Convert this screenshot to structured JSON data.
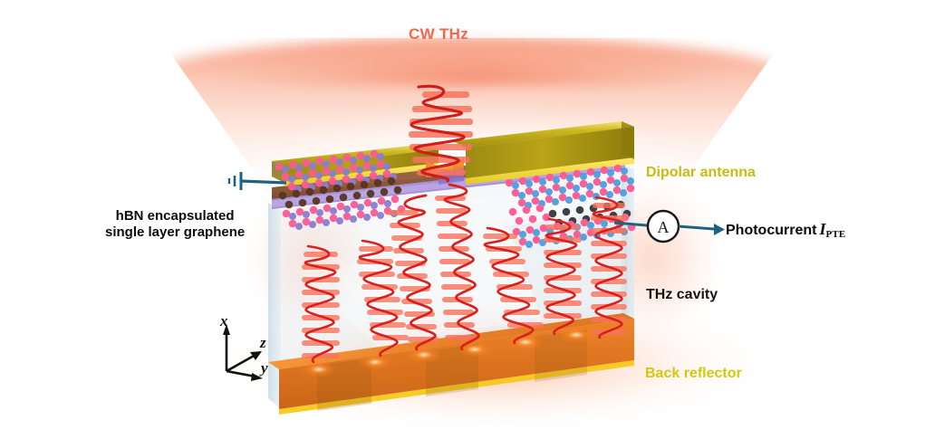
{
  "figure": {
    "title": "Terahertz cavity-enhanced graphene photothermoelectric detector schematic",
    "type": "3D device schematic"
  },
  "labels": {
    "source": "CW THz",
    "antenna": "Dipolar antenna",
    "back_reflector": "Back reflector",
    "cavity": "THz cavity",
    "graphene_line1": "hBN encapsulated",
    "graphene_line2": "single layer graphene",
    "photocurrent_text": "Photocurrent",
    "photocurrent_symbol": "I",
    "photocurrent_subscript": "PTE",
    "ammeter": "A"
  },
  "axes": {
    "x": "x",
    "y": "y",
    "z": "z"
  },
  "colors": {
    "cw_thz_label": "#f4654a",
    "antenna_label": "#c9bb10",
    "back_reflector_label": "#d4c712",
    "cavity_label": "#141414",
    "graphene_label": "#0d0d0d",
    "photocurrent_label": "#0d0d0d",
    "wire": "#1d6283",
    "gold_antenna": "#b5a017",
    "gold_antenna_light": "#e8d84a",
    "reflector_orange": "#ef7f22",
    "reflector_edge": "#f5c518",
    "cavity_glass": "#dfe6ea",
    "wave_red": "#d8211c",
    "wave_fill": "#f9745e",
    "beam_glow": "#f68b6a",
    "boron_pink": "#ff4f8b",
    "nitrogen_blue": "#4e9fe0",
    "nitrogen_purple": "#8a7ed0",
    "graphene_dark": "#3a3a3a",
    "substrate_purple": "#9b7fd4"
  },
  "components": {
    "beam": "converging cone of continuous-wave terahertz radiation",
    "antenna": "two gold dipolar antenna arms separated by a central gap",
    "stack": "hBN / graphene / hBN van der Waals heterostructure",
    "cavity": "translucent terahertz Fabry-Perot cavity slab",
    "reflector": "orange metallic back reflector at cavity bottom",
    "circuit": "ground symbol on left, ammeter and arrow on right"
  },
  "wave_counts": {
    "incident_helix": 1,
    "cavity_standing_waves": 7
  }
}
